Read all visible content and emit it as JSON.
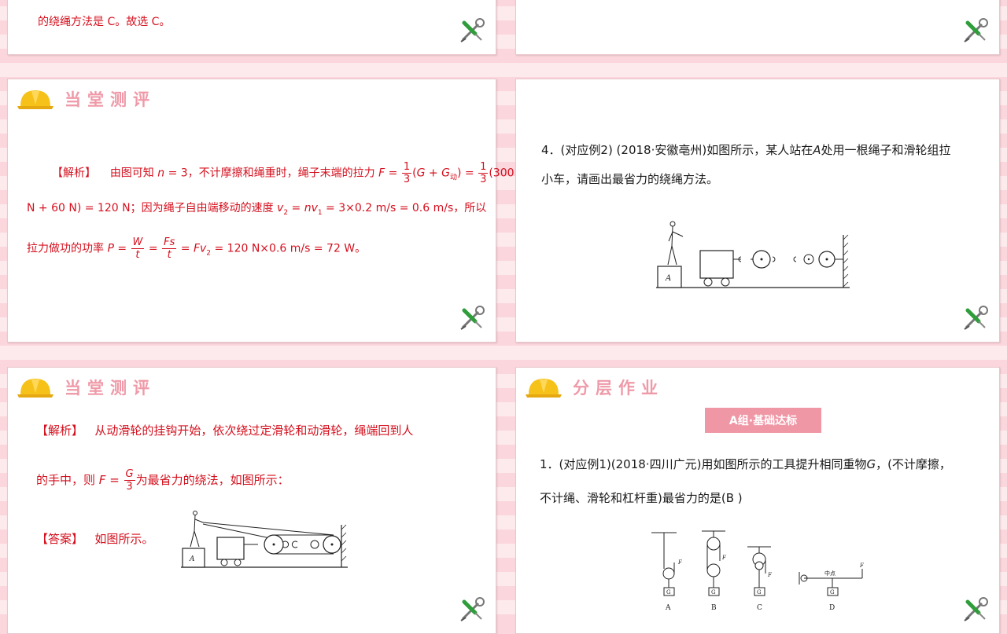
{
  "slide1": {
    "text": "的绕绳方法是 C。故选 C。"
  },
  "slide3": {
    "heading": "当堂测评",
    "tag": "【解析】",
    "line1_a": "由图可知 ",
    "line1_n": "n",
    "line1_b": " = 3，不计摩擦和绳重时，绳子末端的拉力 ",
    "F": "F",
    "eq": " = ",
    "one": "1",
    "three": "3",
    "paren_open": "(",
    "G": "G",
    "plus": " + ",
    "G2": "G",
    "dong": "动",
    "paren_close": ") = ",
    "tail": "(300",
    "line2": "N + 60  N) = 120  N；因为绳子自由端移动的速度 ",
    "v2": "v",
    "v2sub": "2",
    "line2_b": " = ",
    "nv": "nv",
    "nv1sub": "1",
    "line2_c": " = 3×0.2    m/s = 0.6    m/s，所以",
    "line3_a": "拉力做功的功率 ",
    "P": "P",
    "W": "W",
    "t": "t",
    "Fs": "Fs",
    "Fv": "Fv",
    "line3_b": " = 120  N×0.6    m/s = 72  W。"
  },
  "slide4": {
    "line1": "4．(对应例2) (2018·安徽亳州)如图所示，某人站在",
    "A": "A",
    "line1_b": "处用一根绳子和滑轮组拉",
    "line2": "小车，请画出最省力的绕绳方法。",
    "fig_label": "A"
  },
  "slide5": {
    "heading": "当堂测评",
    "tag1": "【解析】",
    "line1": "从动滑轮的挂钩开始，依次绕过定滑轮和动滑轮，绳端回到人",
    "line2_a": "的手中，则 ",
    "F": "F",
    "eq": " = ",
    "G": "G",
    "three": "3",
    "line2_b": "为最省力的绕法，如图所示：",
    "tag2": "【答案】",
    "answer": "如图所示。",
    "fig_label": "A"
  },
  "slide6": {
    "heading": "分层作业",
    "badge": "A组·基础达标",
    "line1": "1．(对应例1)(2018·四川广元)用如图所示的工具提升相同重物",
    "G": "G",
    "line1_b": "，(不计摩擦，",
    "line2": "不计绳、滑轮和杠杆重)最省力的是(",
    "answer": "B",
    "line2_b": " )",
    "fig_F": "F",
    "fig_G": "G",
    "fig_mid": "中点",
    "labels": [
      "A",
      "B",
      "C",
      "D"
    ]
  }
}
